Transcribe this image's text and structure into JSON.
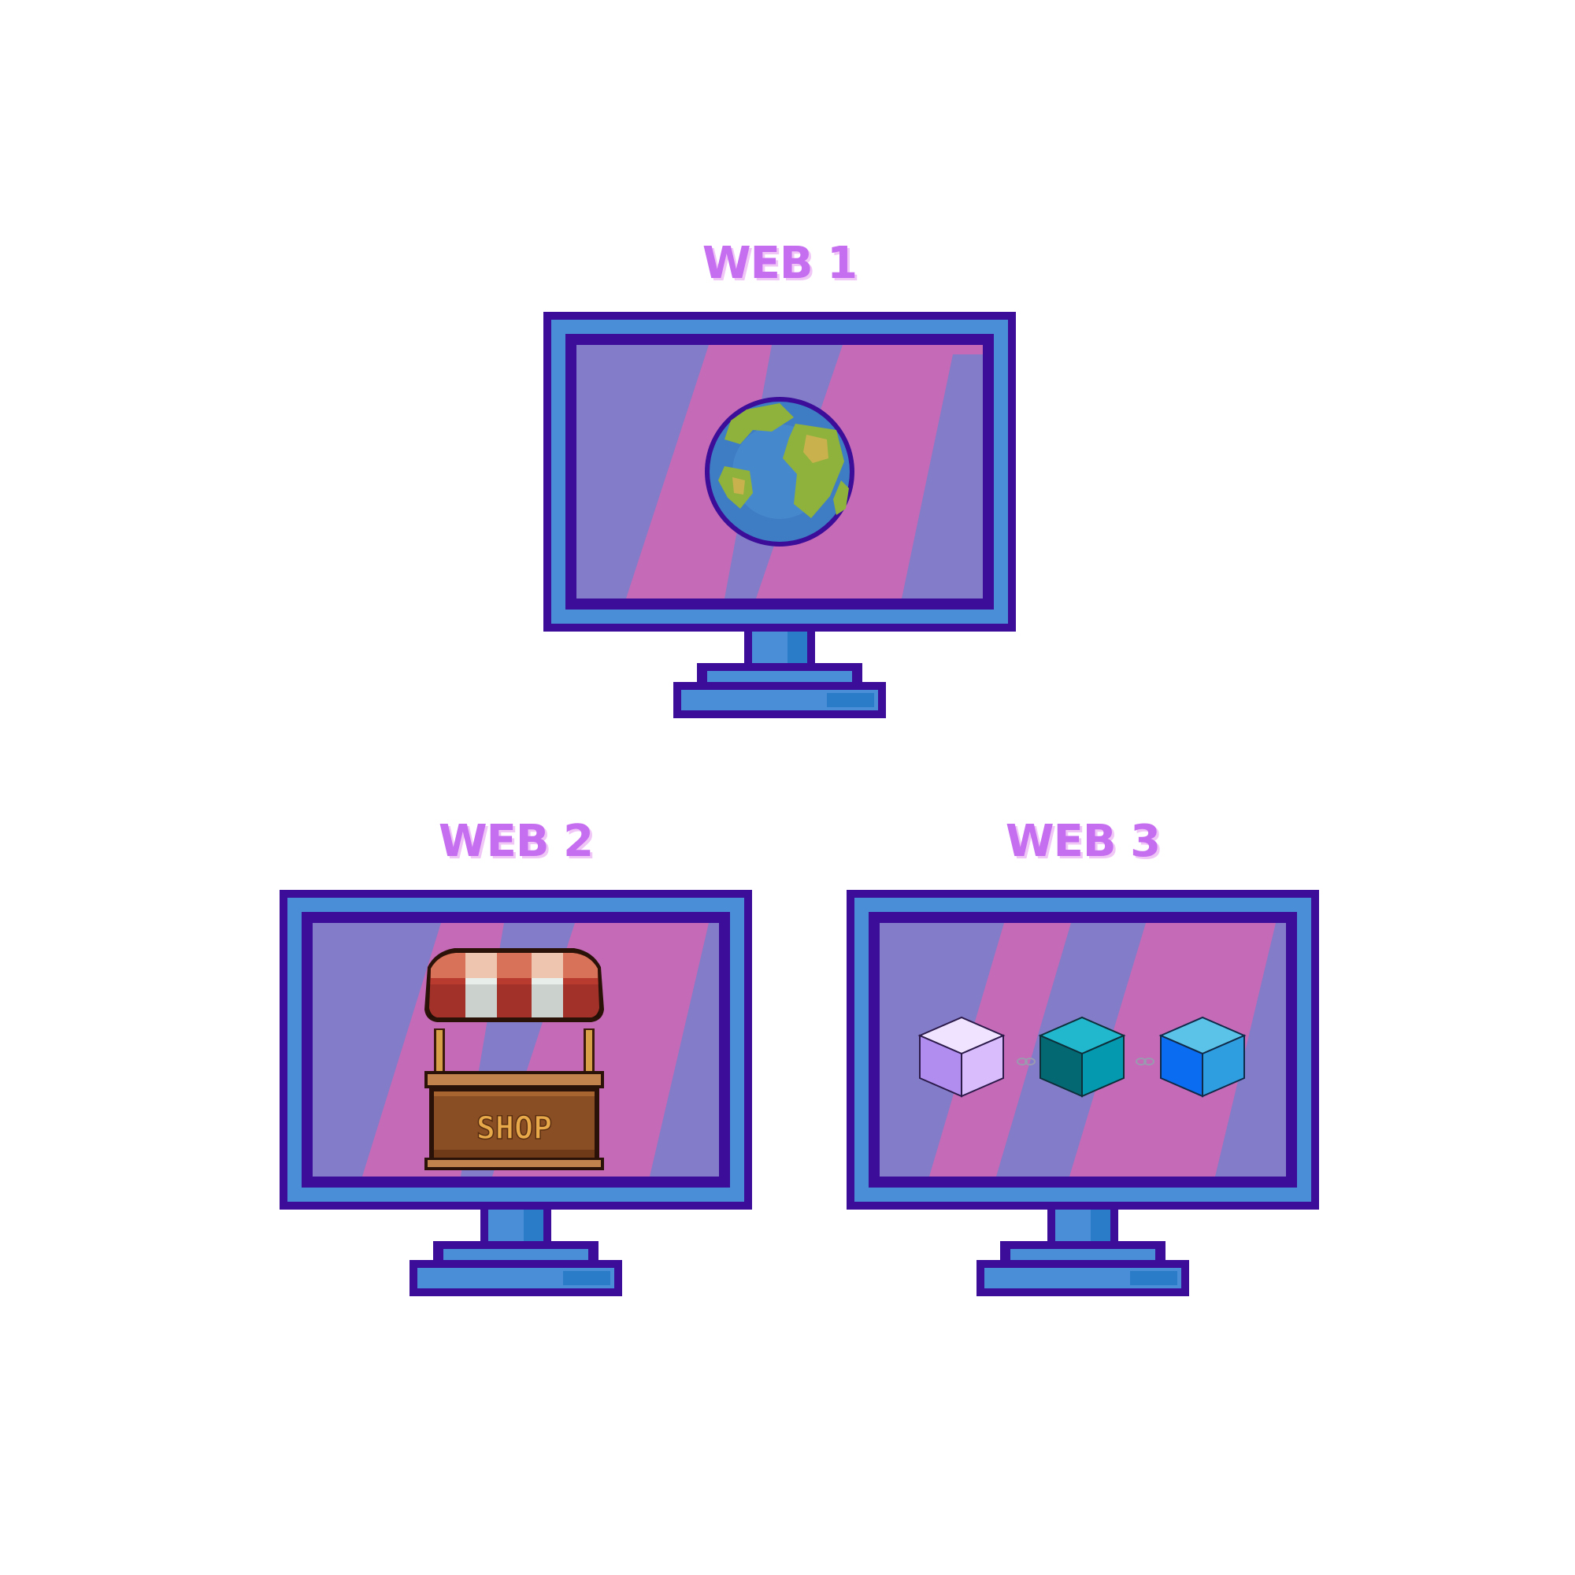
{
  "colors": {
    "outline": "#3b0d98",
    "bezel": "#4a8ed8",
    "stand_shade": "#2a7cc8",
    "screen_purple": "#837cc8",
    "screen_pink": "#c56ab6",
    "label": "#c66ef0"
  },
  "screens": [
    {
      "label": "WEB 1",
      "icon": "globe-icon"
    },
    {
      "label": "WEB 2",
      "icon": "shop-stall-icon",
      "sign_text": "SHOP"
    },
    {
      "label": "WEB 3",
      "icon": "blockchain-blocks-icon"
    }
  ]
}
